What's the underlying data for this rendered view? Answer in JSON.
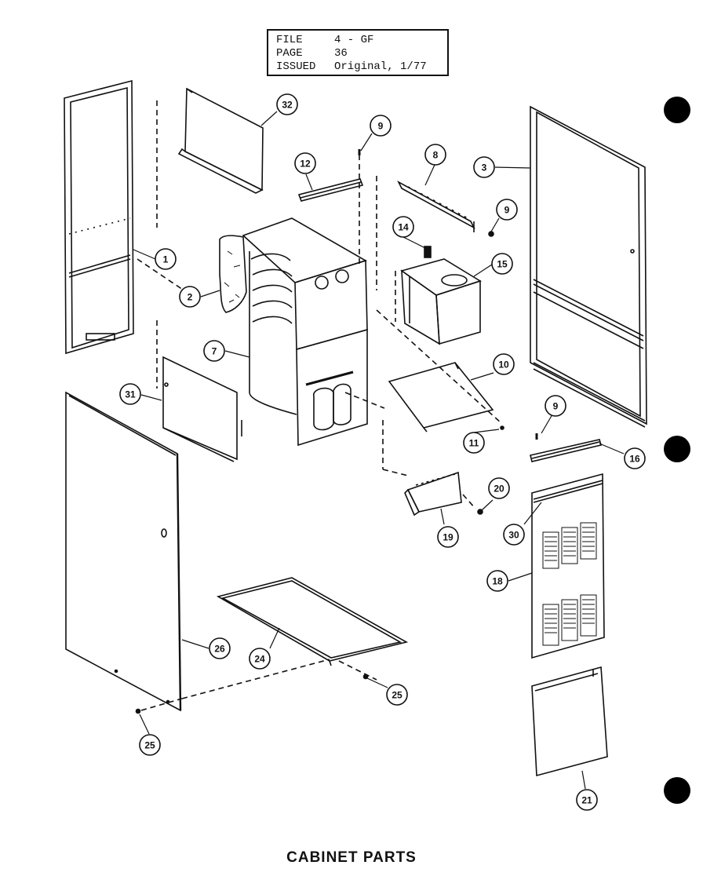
{
  "header": {
    "file_label": "FILE",
    "file_value": "4 - GF",
    "page_label": "PAGE",
    "page_value": "36",
    "issued_label": "ISSUED",
    "issued_value": "Original, 1/77"
  },
  "caption": "CABINET PARTS",
  "callouts": [
    {
      "id": "c-32a",
      "label": "32"
    },
    {
      "id": "c-1",
      "label": "1"
    },
    {
      "id": "c-2",
      "label": "2"
    },
    {
      "id": "c-7",
      "label": "7"
    },
    {
      "id": "c-31",
      "label": "31"
    },
    {
      "id": "c-12",
      "label": "12"
    },
    {
      "id": "c-9a",
      "label": "9"
    },
    {
      "id": "c-8",
      "label": "8"
    },
    {
      "id": "c-9b",
      "label": "9"
    },
    {
      "id": "c-14",
      "label": "14"
    },
    {
      "id": "c-15",
      "label": "15"
    },
    {
      "id": "c-3",
      "label": "3"
    },
    {
      "id": "c-10",
      "label": "10"
    },
    {
      "id": "c-11",
      "label": "11"
    },
    {
      "id": "c-9c",
      "label": "9"
    },
    {
      "id": "c-16",
      "label": "16"
    },
    {
      "id": "c-20",
      "label": "20"
    },
    {
      "id": "c-19",
      "label": "19"
    },
    {
      "id": "c-30",
      "label": "30"
    },
    {
      "id": "c-18",
      "label": "18"
    },
    {
      "id": "c-26",
      "label": "26"
    },
    {
      "id": "c-24",
      "label": "24"
    },
    {
      "id": "c-25a",
      "label": "25"
    },
    {
      "id": "c-25b",
      "label": "25"
    },
    {
      "id": "c-21",
      "label": "21"
    }
  ]
}
